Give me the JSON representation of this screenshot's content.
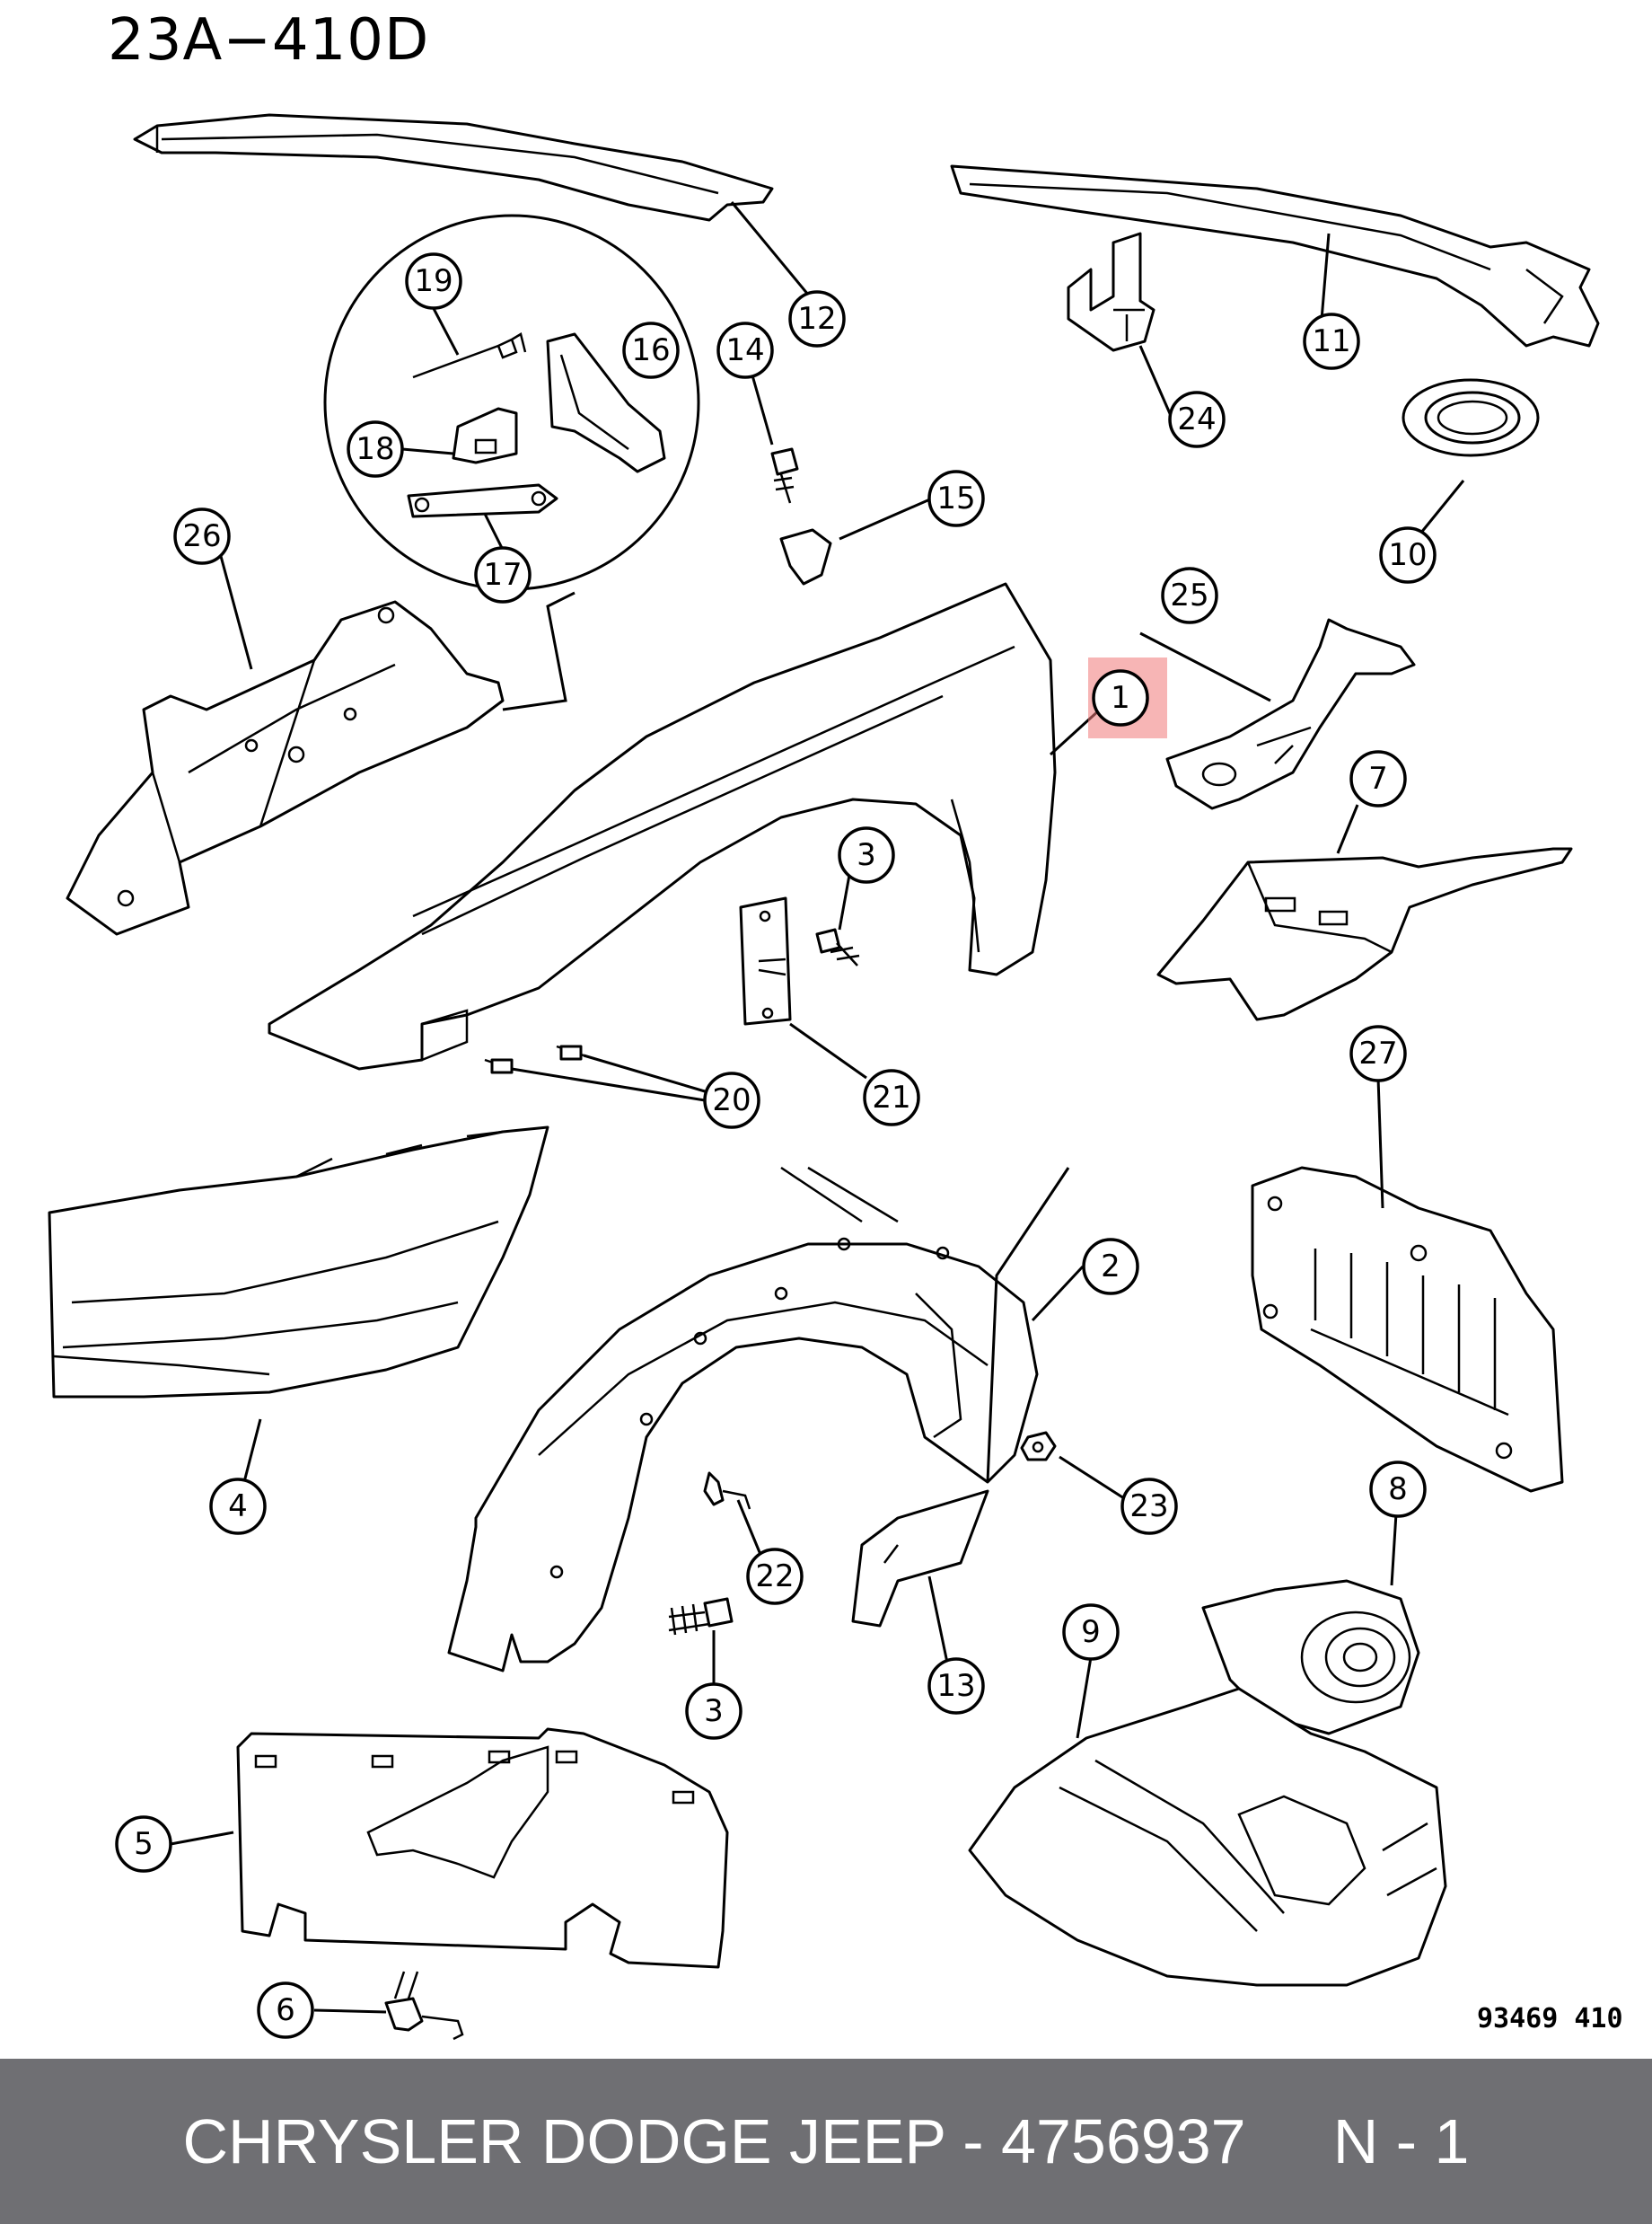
{
  "diagram_code": "23A−410D",
  "reference_number": "93469 410",
  "footer": {
    "text": "CHRYSLER DODGE JEEP - 4756937     N - 1",
    "background": "#6f6f73",
    "text_color": "#ffffff"
  },
  "highlight_color": "#f07878",
  "callouts": [
    {
      "id": "c1",
      "number": "1",
      "highlighted": true
    },
    {
      "id": "c2",
      "number": "2"
    },
    {
      "id": "c3a",
      "number": "3"
    },
    {
      "id": "c3b",
      "number": "3"
    },
    {
      "id": "c4",
      "number": "4"
    },
    {
      "id": "c5",
      "number": "5"
    },
    {
      "id": "c6",
      "number": "6"
    },
    {
      "id": "c7",
      "number": "7"
    },
    {
      "id": "c8",
      "number": "8"
    },
    {
      "id": "c9",
      "number": "9"
    },
    {
      "id": "c10",
      "number": "10"
    },
    {
      "id": "c11",
      "number": "11"
    },
    {
      "id": "c12",
      "number": "12"
    },
    {
      "id": "c13",
      "number": "13"
    },
    {
      "id": "c14",
      "number": "14"
    },
    {
      "id": "c15",
      "number": "15"
    },
    {
      "id": "c16",
      "number": "16"
    },
    {
      "id": "c17",
      "number": "17"
    },
    {
      "id": "c18",
      "number": "18"
    },
    {
      "id": "c19",
      "number": "19"
    },
    {
      "id": "c20",
      "number": "20"
    },
    {
      "id": "c21",
      "number": "21"
    },
    {
      "id": "c22",
      "number": "22"
    },
    {
      "id": "c23",
      "number": "23"
    },
    {
      "id": "c24",
      "number": "24"
    },
    {
      "id": "c25",
      "number": "25"
    },
    {
      "id": "c26",
      "number": "26"
    },
    {
      "id": "c27",
      "number": "27"
    }
  ]
}
